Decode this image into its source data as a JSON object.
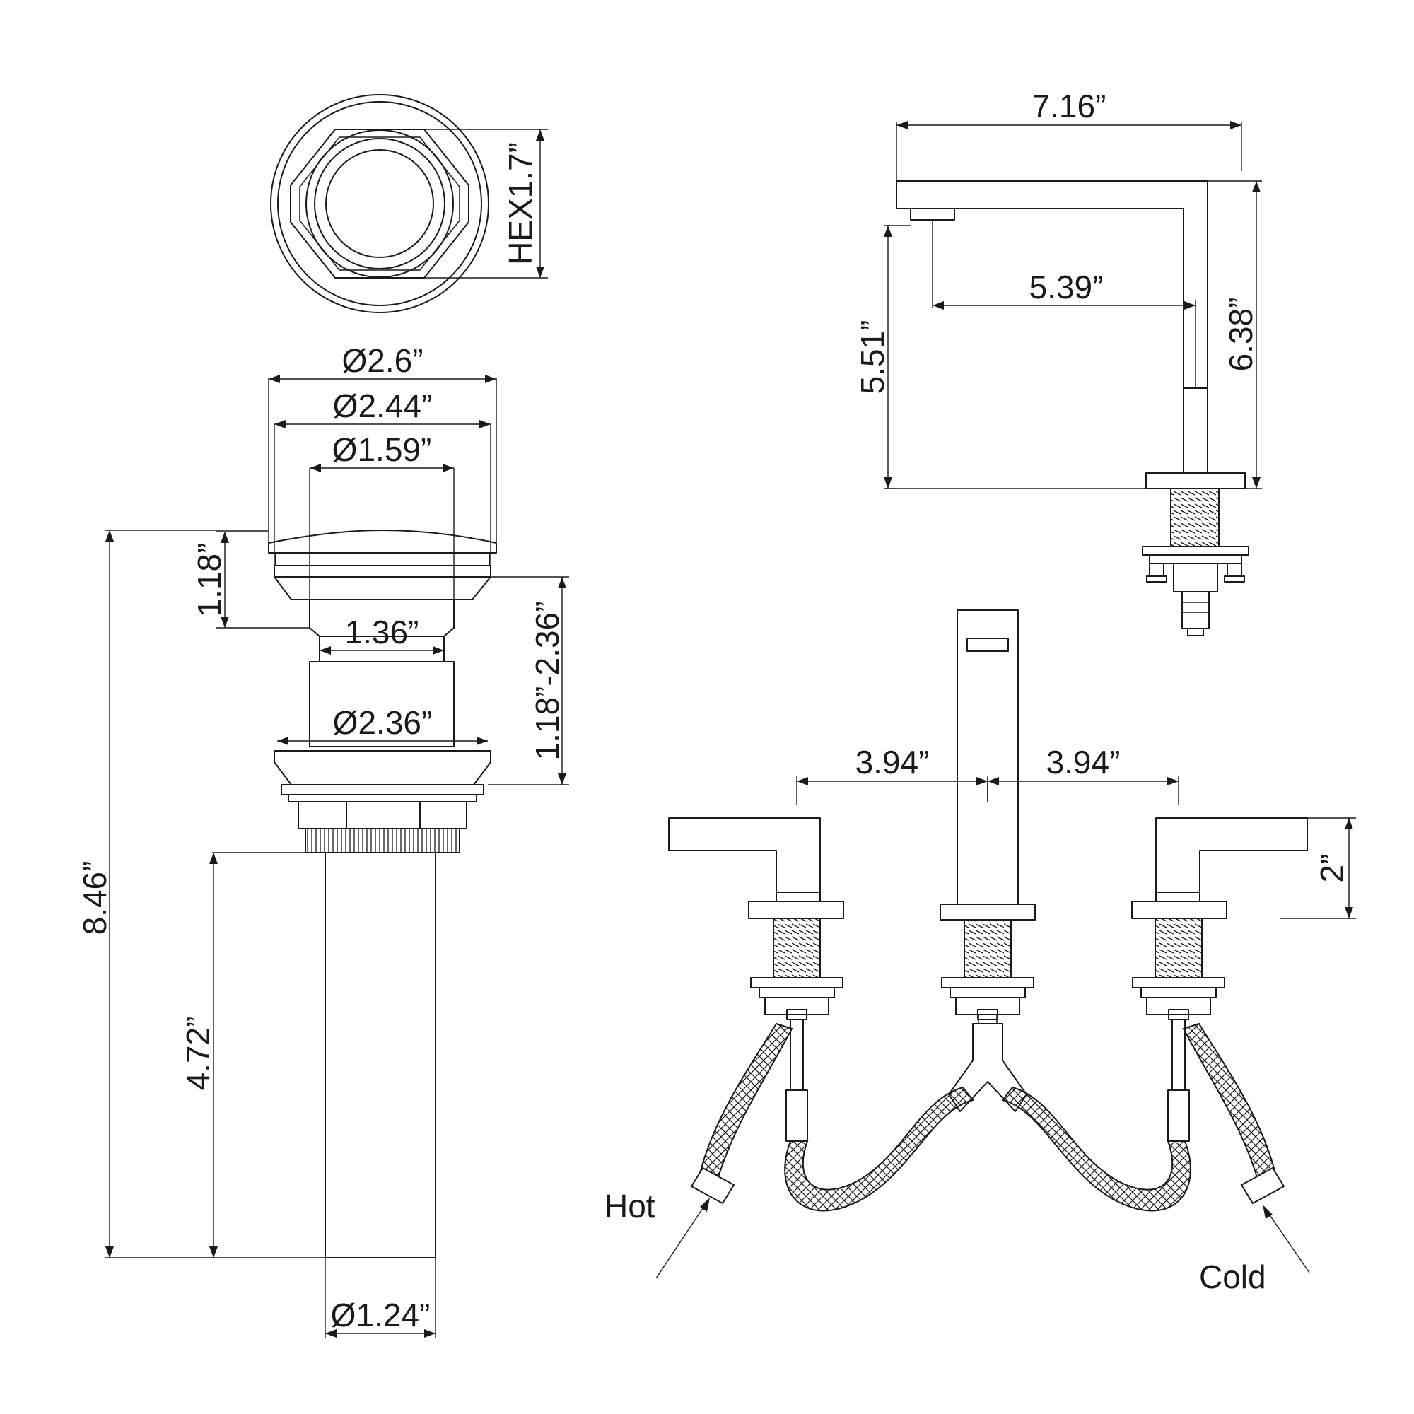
{
  "drain_top_view": {
    "hex_label": "HEX1.7”"
  },
  "drain_side_view": {
    "dim_outer_dia": "Ø2.6”",
    "dim_cap_dia": "Ø2.44”",
    "dim_body_dia": "Ø1.59”",
    "dim_neck_width": "1.36”",
    "dim_thread_dia": "Ø2.36”",
    "dim_cap_height": "1.18”",
    "dim_adjust_range": "1.18”-2.36”",
    "dim_total_height": "8.46”",
    "dim_tail_length": "4.72”",
    "dim_tail_dia": "Ø1.24”"
  },
  "faucet_side_view": {
    "dim_spout_length": "7.16”",
    "dim_reach": "5.39”",
    "dim_spout_clearance": "5.51”",
    "dim_total_height": "6.38”"
  },
  "faucet_front_view": {
    "dim_left_spacing": "3.94”",
    "dim_right_spacing": "3.94”",
    "dim_handle_height": "2”",
    "label_hot": "Hot",
    "label_cold": "Cold"
  }
}
